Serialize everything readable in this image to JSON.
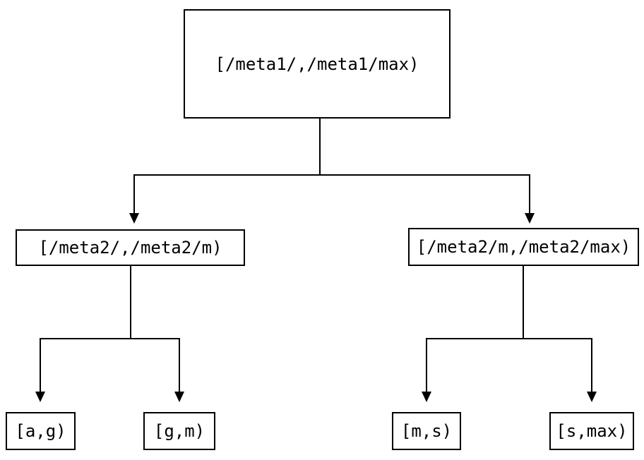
{
  "diagram": {
    "background_color": "#ffffff",
    "line_color": "#000000",
    "text_color": "#000000",
    "node_border_color": "#000000"
  },
  "tree": {
    "root": {
      "label": "[/meta1/,/meta1/max)",
      "children": [
        {
          "label": "[/meta2/,/meta2/m)",
          "children": [
            {
              "label": "[a,g)"
            },
            {
              "label": "[g,m)"
            }
          ]
        },
        {
          "label": "[/meta2/m,/meta2/max)",
          "children": [
            {
              "label": "[m,s)"
            },
            {
              "label": "[s,max)"
            }
          ]
        }
      ]
    }
  }
}
